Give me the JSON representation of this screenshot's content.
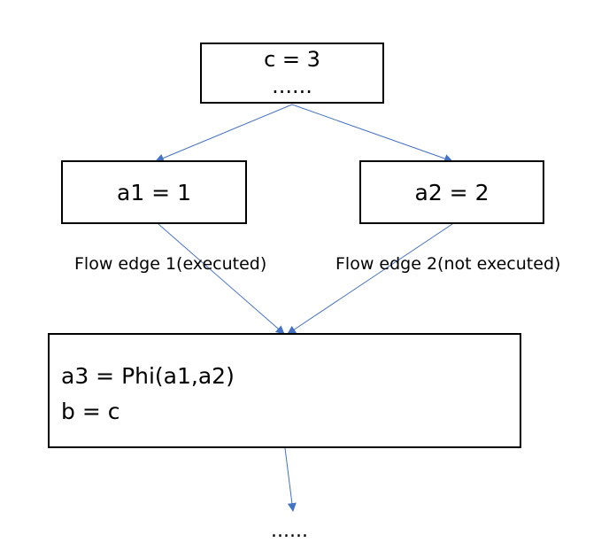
{
  "nodes": {
    "top": {
      "line1": "c = 3",
      "line2": "......"
    },
    "left": {
      "label": "a1 = 1"
    },
    "right": {
      "label": "a2 = 2"
    },
    "merge": {
      "line1": "a3 = Phi(a1,a2)",
      "line2": "b = c"
    }
  },
  "edges": {
    "edge1_label": "Flow edge 1(executed)",
    "edge2_label": "Flow edge 2(not executed)"
  },
  "continuation": "......",
  "colors": {
    "edge": "#4472C4",
    "box_border": "#000000",
    "text": "#000000"
  }
}
